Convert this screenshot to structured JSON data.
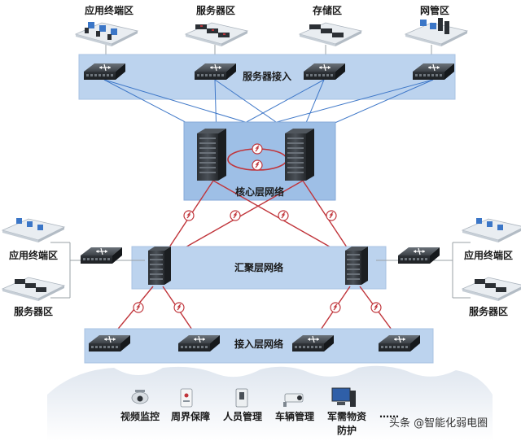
{
  "zones_top": [
    "应用终端区",
    "服务器区",
    "存储区",
    "网管区"
  ],
  "server_access_label": "服务器接入",
  "core_label": "核心层网络",
  "aggregation_label": "汇聚层网络",
  "access_label": "接入层网络",
  "left_zones": [
    "应用终端区",
    "服务器区"
  ],
  "right_zones": [
    "应用终端区",
    "服务器区"
  ],
  "bottom_items": [
    "视频监控",
    "周界保障",
    "人员管理",
    "车辆管理",
    "军需物资",
    "防护",
    "……"
  ],
  "watermark": "头条 @智能化弱电圈",
  "colors": {
    "band": "#bcd3ee",
    "core": "#9ebfe6",
    "link_blue": "#3f78c8",
    "link_red": "#c0343a"
  }
}
